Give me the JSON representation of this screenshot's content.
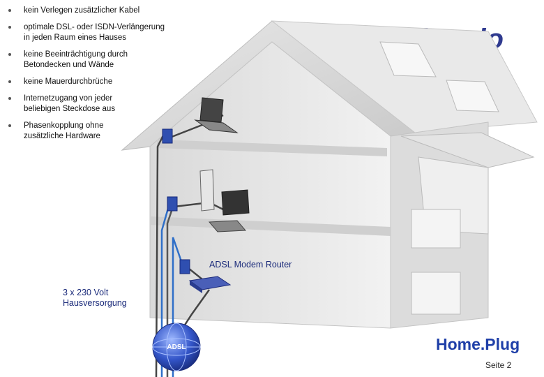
{
  "bullets": [
    {
      "lines": [
        "kein Verlegen zusätzlicher Kabel"
      ]
    },
    {
      "lines": [
        "optimale DSL- oder ISDN-Verlängerung",
        "in jeden Raum eines Hauses"
      ]
    },
    {
      "lines": [
        "keine Beeinträchtigung durch",
        "Betondecken und Wände"
      ]
    },
    {
      "lines": [
        "keine Mauerdurchbrüche"
      ]
    },
    {
      "lines": [
        "Internetzugang von jeder",
        "beliebigen Steckdose aus"
      ]
    },
    {
      "lines": [
        "Phasenkopplung ohne",
        "zusätzliche Hardware"
      ]
    }
  ],
  "logo": "devolo",
  "labels": {
    "router": "ADSL Modem Router",
    "power_line1": "3 x 230 Volt",
    "power_line2": "Hausversorgung",
    "globe": "ADSL"
  },
  "footer": {
    "brand": "Home.Plug",
    "page": "Seite 2"
  },
  "colors": {
    "brand": "#1f3fa8",
    "logo": "#2f3a8f",
    "wire_blue": "#2f6fc8",
    "wire_dark": "#444444"
  }
}
